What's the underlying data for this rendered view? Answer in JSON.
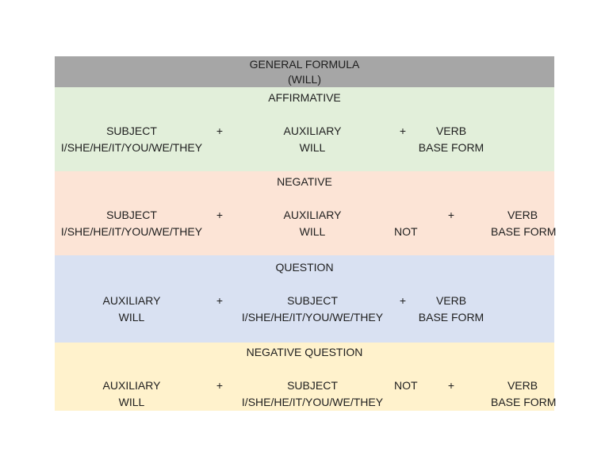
{
  "colors": {
    "header_bg": "#a6a6a6",
    "affirmative_bg": "#e2efda",
    "negative_bg": "#fce4d6",
    "question_bg": "#d9e1f2",
    "negative_question_bg": "#fff2cc",
    "text": "#1e1e1e"
  },
  "header": {
    "line1": "GENERAL FORMULA",
    "line2": "(WILL)"
  },
  "sections": [
    {
      "title": "AFFIRMATIVE",
      "row1": [
        "SUBJECT",
        "+",
        "AUXILIARY",
        "+",
        "VERB",
        ""
      ],
      "row2": [
        "I/SHE/HE/IT/YOU/WE/THEY",
        "",
        "WILL",
        "",
        "BASE FORM",
        ""
      ]
    },
    {
      "title": "NEGATIVE",
      "row1": [
        "SUBJECT",
        "+",
        "AUXILIARY",
        "",
        "+",
        "VERB"
      ],
      "row2": [
        "I/SHE/HE/IT/YOU/WE/THEY",
        "",
        "WILL",
        "NOT",
        "",
        "BASE FORM"
      ]
    },
    {
      "title": "QUESTION",
      "row1": [
        "AUXILIARY",
        "+",
        "SUBJECT",
        "+",
        "VERB",
        ""
      ],
      "row2": [
        "WILL",
        "",
        "I/SHE/HE/IT/YOU/WE/THEY",
        "",
        "BASE FORM",
        ""
      ]
    },
    {
      "title": "NEGATIVE QUESTION",
      "row1": [
        "AUXILIARY",
        "+",
        "SUBJECT",
        "NOT",
        "+",
        "VERB"
      ],
      "row2": [
        "WILL",
        "",
        "I/SHE/HE/IT/YOU/WE/THEY",
        "",
        "",
        "BASE FORM"
      ]
    }
  ]
}
